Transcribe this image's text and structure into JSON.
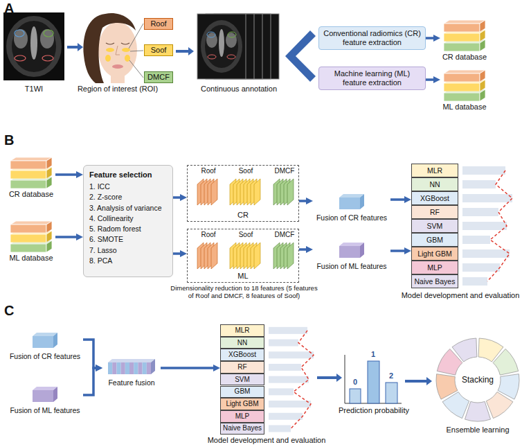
{
  "diagram": {
    "nodes": [
      {
        "text": [
          "Roof"
        ]
      },
      {
        "text": [
          "Soof"
        ]
      },
      {
        "text": [
          "DMCF"
        ]
      },
      {
        "text": [
          "Conventional radiomics (CR) feature extraction"
        ]
      },
      {
        "text": [
          "Machine learning (ML) feature extraction"
        ]
      },
      {
        "text": [
          "CR database"
        ]
      },
      {
        "text": [
          "ML database"
        ]
      },
      {
        "text": [
          "CR database"
        ]
      },
      {
        "text": [
          "ML database"
        ]
      },
      {
        "text": [
          "Feature selection",
          "1. ICC",
          "2. Z-score",
          "3. Analysis of variance",
          "4. Collinearity",
          "5. Radom forest",
          "6. SMOTE",
          "7. Lasso",
          "8. PCA"
        ]
      },
      {
        "text": [
          "Roof",
          "Soof",
          "DMCF",
          "CR"
        ]
      },
      {
        "text": [
          "Roof",
          "Soof",
          "DMCF",
          "ML"
        ]
      },
      {
        "text": [
          "Fusion of CR features"
        ]
      },
      {
        "text": [
          "Fusion of ML features"
        ]
      },
      {
        "text": [
          "MLR"
        ]
      },
      {
        "text": [
          "NN"
        ]
      },
      {
        "text": [
          "XGBoost"
        ]
      },
      {
        "text": [
          "RF"
        ]
      },
      {
        "text": [
          "SVM"
        ]
      },
      {
        "text": [
          "GBM"
        ]
      },
      {
        "text": [
          "Light GBM"
        ]
      },
      {
        "text": [
          "MLP"
        ]
      },
      {
        "text": [
          "Naive Bayes"
        ]
      },
      {
        "text": [
          "Fusion of CR features"
        ]
      },
      {
        "text": [
          "Fusion of ML features"
        ]
      },
      {
        "text": [
          "Feature fusion"
        ]
      },
      {
        "text": [
          "MLR"
        ]
      },
      {
        "text": [
          "NN"
        ]
      },
      {
        "text": [
          "XGBoost"
        ]
      },
      {
        "text": [
          "RF"
        ]
      },
      {
        "text": [
          "SVM"
        ]
      },
      {
        "text": [
          "GBM"
        ]
      },
      {
        "text": [
          "Light GBM"
        ]
      },
      {
        "text": [
          "MLP"
        ]
      },
      {
        "text": [
          "Naive Bayes"
        ]
      },
      {
        "text": [
          "Stacking"
        ]
      }
    ],
    "edges": [
      {
        "from": 3,
        "to": 5,
        "arrow": "to"
      },
      {
        "from": 4,
        "to": 6,
        "arrow": "to"
      },
      {
        "from": 7,
        "to": 9,
        "arrow": "to"
      },
      {
        "from": 8,
        "to": 9,
        "arrow": "to"
      },
      {
        "from": 9,
        "to": 10,
        "arrow": "to"
      },
      {
        "from": 9,
        "to": 11,
        "arrow": "to"
      },
      {
        "from": 10,
        "to": 12,
        "arrow": "to"
      },
      {
        "from": 11,
        "to": 13,
        "arrow": "to"
      },
      {
        "from": 12,
        "to": 16,
        "arrow": "to"
      },
      {
        "from": 13,
        "to": 20,
        "arrow": "to"
      },
      {
        "from": 23,
        "to": 25,
        "arrow": "to"
      },
      {
        "from": 24,
        "to": 25,
        "arrow": "to"
      },
      {
        "from": 25,
        "to": 29,
        "arrow": "to"
      }
    ],
    "labels": [
      "A",
      "T1WI",
      "Region of interest (ROI)",
      "Continuous annotation",
      "B",
      "Dimensionality reduction to 18 features (5 features of Roof and DMCF, 8 features of Soof)",
      "Model development and evaluation",
      "C",
      "Model development and evaluation",
      "0",
      "1",
      "2",
      "Prediction probability",
      "Ensemble learning"
    ]
  }
}
